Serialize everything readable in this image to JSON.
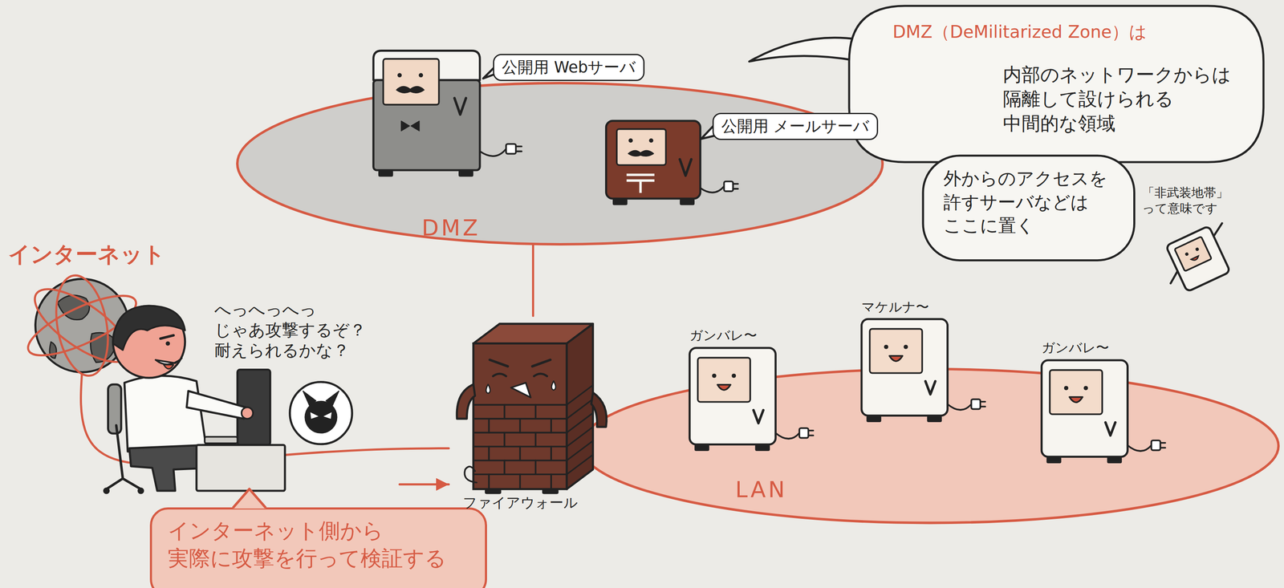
{
  "diagram": {
    "nodes": [
      {
        "text": [
          "DMZ"
        ]
      },
      {
        "text": [
          "公開用 Webサーバ"
        ],
        "in": 0
      },
      {
        "text": [
          "公開用 メールサーバ"
        ],
        "in": 0
      },
      {
        "text": [
          "DMZ（DeMilitarized Zone）は",
          "内部のネットワークからは 隔離して設けられる 中間的な領域"
        ]
      },
      {
        "text": [
          "外からのアクセスを 許すサーバなどは ここに置く"
        ]
      },
      {
        "text": [
          "インターネット"
        ]
      },
      {
        "text": [
          "へっへっへっ じゃあ攻撃するぞ？ 耐えられるかな？"
        ]
      },
      {
        "text": [
          "ファイアウォール"
        ]
      },
      {
        "text": [
          "LAN"
        ]
      },
      {
        "text": [
          "ガンバレ〜"
        ],
        "in": 8
      },
      {
        "text": [
          "マケルナ〜"
        ],
        "in": 8
      },
      {
        "text": [
          "ガンバレ〜"
        ],
        "in": 8
      },
      {
        "text": [
          "インターネット側から 実際に攻撃を行って検証する"
        ]
      }
    ],
    "edges": [
      {
        "from": 0,
        "to": 7,
        "arrow": "none"
      },
      {
        "from": 5,
        "to": 7,
        "arrow": "none"
      },
      {
        "from": 6,
        "to": 7,
        "arrow": "to"
      }
    ],
    "labels": [
      "「非武装地帯」 って意味です"
    ]
  }
}
